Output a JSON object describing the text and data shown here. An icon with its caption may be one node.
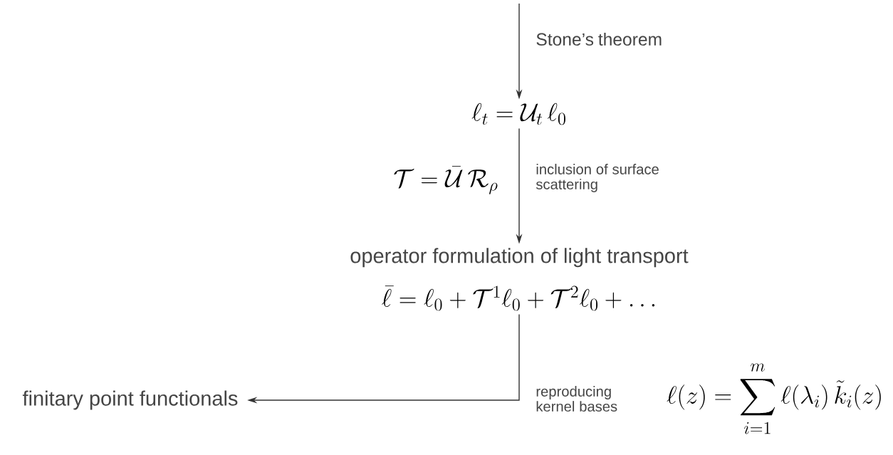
{
  "diagram": {
    "nodes": [
      {
        "text": [
          "\\ell_t = \\mathcal{U}_t\\,\\ell_0"
        ]
      },
      {
        "text": [
          "operator formulation of light transport",
          "\\bar{\\ell} = \\ell_0 + \\mathcal{T}^1\\ell_0 + \\mathcal{T}^2\\ell_0 + \\ldots"
        ]
      },
      {
        "text": [
          "finitary point functionals"
        ]
      }
    ],
    "edges": [
      {
        "from": null,
        "to": 0,
        "arrow": "to",
        "label": "Stone’s theorem"
      },
      {
        "from": 0,
        "to": 1,
        "arrow": "to",
        "label": "inclusion of surface scattering"
      },
      {
        "from": 1,
        "to": 2,
        "arrow": "to",
        "label": "reproducing kernel bases"
      }
    ],
    "labels": [
      "\\mathcal{T} = \\bar{\\mathcal{U}}\\,\\mathcal{R}_\\rho",
      "\\ell(z) = \\sum_{i=1}^{m} \\ell(\\lambda_i)\\,\\tilde{k}_i(z)"
    ]
  }
}
